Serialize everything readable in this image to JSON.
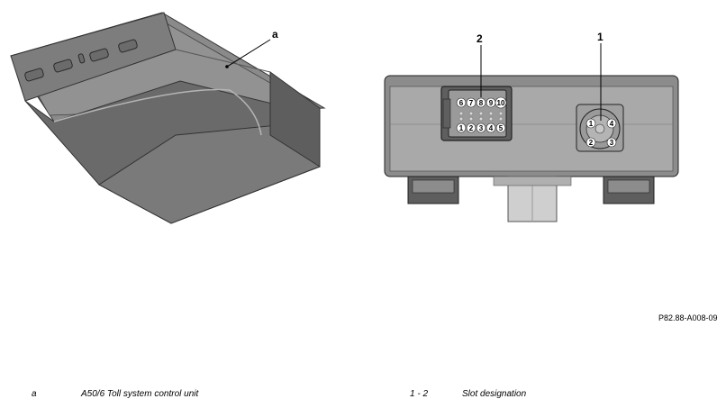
{
  "callouts": {
    "a": "a",
    "slot1": "1",
    "slot2": "2"
  },
  "connector2_pins": {
    "top": [
      "6",
      "7",
      "8",
      "9",
      "10"
    ],
    "bottom": [
      "1",
      "2",
      "3",
      "4",
      "5"
    ]
  },
  "connector1_pins": [
    "1",
    "4",
    "2",
    "3"
  ],
  "figure_id": "P82.88-A008-09",
  "legend": [
    {
      "key": "a",
      "text": "A50/6 Toll system control unit"
    },
    {
      "key": "1 - 2",
      "text": "Slot designation"
    }
  ],
  "colors": {
    "housing_face": "#8c8c8c",
    "housing_top": "#7a7a7a",
    "housing_shade": "#5e5e5e",
    "panel_back": "#a9a9a9",
    "pin_white": "#ffffff",
    "outline": "#222222"
  }
}
